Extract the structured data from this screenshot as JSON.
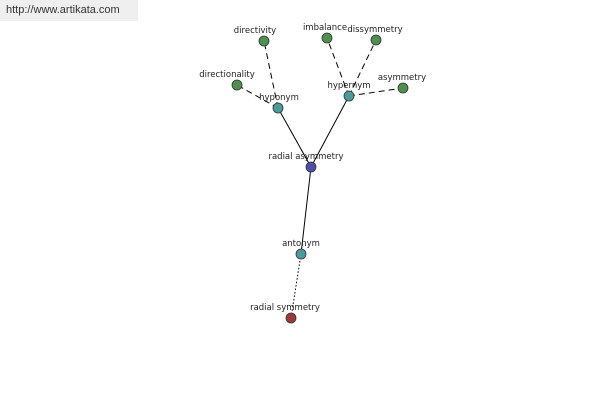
{
  "watermark": {
    "text": "http://www.artikata.com"
  },
  "colors": {
    "center": "#4b4fa8",
    "relation": "#4d9a9a",
    "leaf": "#4f8f4f",
    "antonym_leaf": "#9a3b3b",
    "edge": "#000000"
  },
  "graph": {
    "nodes": [
      {
        "id": "radial-asymmetry",
        "label": "radial asymmetry",
        "kind": "center"
      },
      {
        "id": "hyponym",
        "label": "hyponym",
        "kind": "relation"
      },
      {
        "id": "hypernym",
        "label": "hypernym",
        "kind": "relation"
      },
      {
        "id": "antonym",
        "label": "antonym",
        "kind": "relation"
      },
      {
        "id": "directivity",
        "label": "directivity",
        "kind": "leaf"
      },
      {
        "id": "directionality",
        "label": "directionality",
        "kind": "leaf"
      },
      {
        "id": "imbalance",
        "label": "imbalance",
        "kind": "leaf"
      },
      {
        "id": "dissymmetry",
        "label": "dissymmetry",
        "kind": "leaf"
      },
      {
        "id": "asymmetry",
        "label": "asymmetry",
        "kind": "leaf"
      },
      {
        "id": "radial-symmetry",
        "label": "radial symmetry",
        "kind": "antonym_leaf"
      }
    ],
    "edges": [
      {
        "from": "radial-asymmetry",
        "to": "hyponym",
        "style": "solid"
      },
      {
        "from": "radial-asymmetry",
        "to": "hypernym",
        "style": "solid"
      },
      {
        "from": "radial-asymmetry",
        "to": "antonym",
        "style": "solid"
      },
      {
        "from": "hyponym",
        "to": "directivity",
        "style": "dashed"
      },
      {
        "from": "hyponym",
        "to": "directionality",
        "style": "dashed"
      },
      {
        "from": "hypernym",
        "to": "imbalance",
        "style": "dashed"
      },
      {
        "from": "hypernym",
        "to": "dissymmetry",
        "style": "dashed"
      },
      {
        "from": "hypernym",
        "to": "asymmetry",
        "style": "dashed"
      },
      {
        "from": "antonym",
        "to": "radial-symmetry",
        "style": "dotted"
      }
    ]
  }
}
